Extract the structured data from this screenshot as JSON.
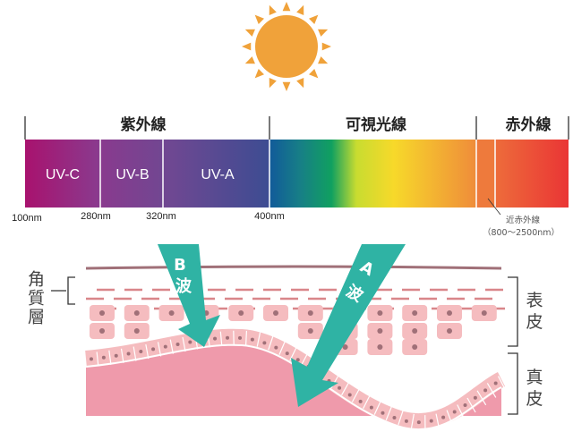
{
  "spectrum": {
    "headers": {
      "uv": "紫外線",
      "visible": "可視光線",
      "infrared": "赤外線"
    },
    "bands": {
      "uvc": "UV-C",
      "uvb": "UV-B",
      "uva": "UV-A"
    },
    "wavelengths": [
      "100nm",
      "280nm",
      "320nm",
      "400nm"
    ],
    "near_ir": {
      "label": "近赤外線",
      "range": "（800〜2500nm）"
    }
  },
  "skin": {
    "stratum_corneum": "角質層",
    "epidermis": "表皮",
    "dermis": "真皮",
    "arrow_b": {
      "letter": "B",
      "wave": "波"
    },
    "arrow_a": {
      "letter": "A",
      "wave": "波"
    }
  },
  "colors": {
    "sun": "#f0a23a",
    "arrow": "#2fb3a4",
    "dermis": "#ef9aab",
    "cell": "#f5bcbf"
  }
}
